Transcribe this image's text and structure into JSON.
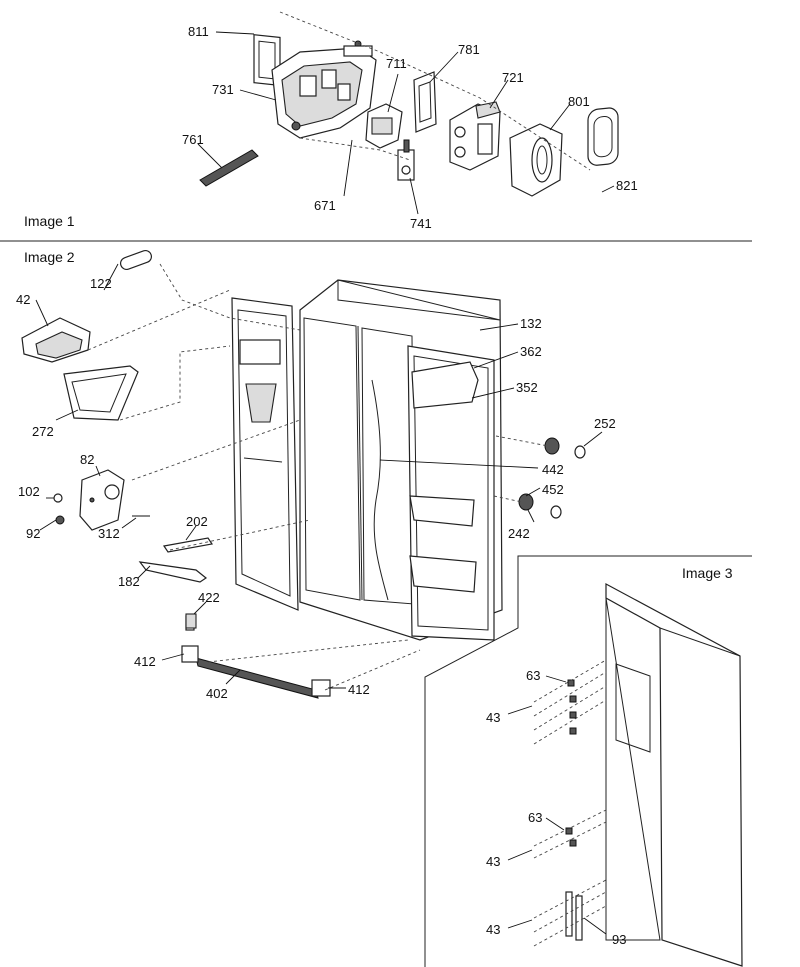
{
  "sections": {
    "image1": "Image 1",
    "image2": "Image 2",
    "image3": "Image 3"
  },
  "callouts": {
    "p811": "811",
    "p731": "731",
    "p761": "761",
    "p711": "711",
    "p781": "781",
    "p721": "721",
    "p801": "801",
    "p821": "821",
    "p671": "671",
    "p741": "741",
    "p122": "122",
    "p42": "42",
    "p272": "272",
    "p82": "82",
    "p102": "102",
    "p92": "92",
    "p312": "312",
    "p202": "202",
    "p182": "182",
    "p422": "422",
    "p412a": "412",
    "p402": "402",
    "p412b": "412",
    "p132": "132",
    "p362": "362",
    "p352": "352",
    "p252": "252",
    "p442": "442",
    "p452": "452",
    "p242": "242",
    "p63a": "63",
    "p43a": "43",
    "p63b": "63",
    "p43b": "43",
    "p43c": "43",
    "p93": "93"
  }
}
